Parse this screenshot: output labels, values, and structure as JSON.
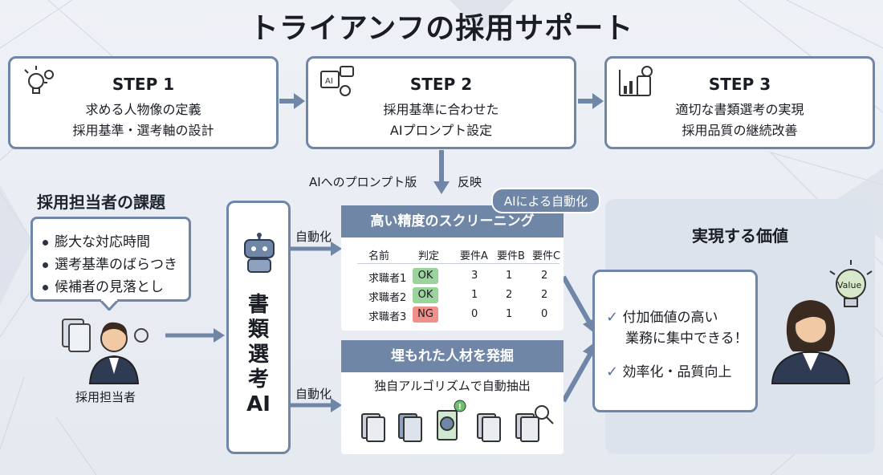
{
  "title": "トライアンフの採用サポート",
  "steps": [
    {
      "title": "STEP 1",
      "line1": "求める人物像の定義",
      "line2": "採用基準・選考軸の設計",
      "icon": "lightbulb-gear-icon"
    },
    {
      "title": "STEP 2",
      "line1": "採用基準に合わせた",
      "line2": "AIプロンプト設定",
      "icon": "ai-chip-icon"
    },
    {
      "title": "STEP 3",
      "line1": "適切な書類選考の実現",
      "line2": "採用品質の継続改善",
      "icon": "chart-document-icon"
    }
  ],
  "feedback": {
    "left": "AIへのプロンプト版",
    "right": "反映"
  },
  "recruiter": {
    "heading": "採用担当者の課題",
    "issues": [
      "膨大な対応時間",
      "選考基準のばらつき",
      "候補者の見落とし"
    ],
    "label": "採用担当者"
  },
  "ai": {
    "text": [
      "書",
      "類",
      "選",
      "考",
      "AI"
    ],
    "auto_top": "自動化",
    "auto_bottom": "自動化"
  },
  "screening": {
    "badge": "AIによる自動化",
    "title": "高い精度のスクリーニング",
    "headers": [
      "名前",
      "判定",
      "要件A",
      "要件B",
      "要件C"
    ],
    "rows": [
      {
        "name": "求職者1",
        "result": "OK",
        "a": "3",
        "b": "1",
        "c": "2"
      },
      {
        "name": "求職者2",
        "result": "OK",
        "a": "1",
        "b": "2",
        "c": "2"
      },
      {
        "name": "求職者3",
        "result": "NG",
        "a": "0",
        "b": "1",
        "c": "0"
      }
    ]
  },
  "talent": {
    "title": "埋もれた人材を発掘",
    "subtitle": "独自アルゴリズムで自動抽出",
    "alert": "!"
  },
  "value": {
    "heading": "実現する価値",
    "item1_line1": "付加価値の高い",
    "item1_line2": "業務に集中できる！",
    "item2": "効率化・品質向上",
    "bulb_label": "Value"
  },
  "colors": {
    "accent": "#6f86a6",
    "ok": "#9bd39c",
    "ng": "#f0908a"
  }
}
